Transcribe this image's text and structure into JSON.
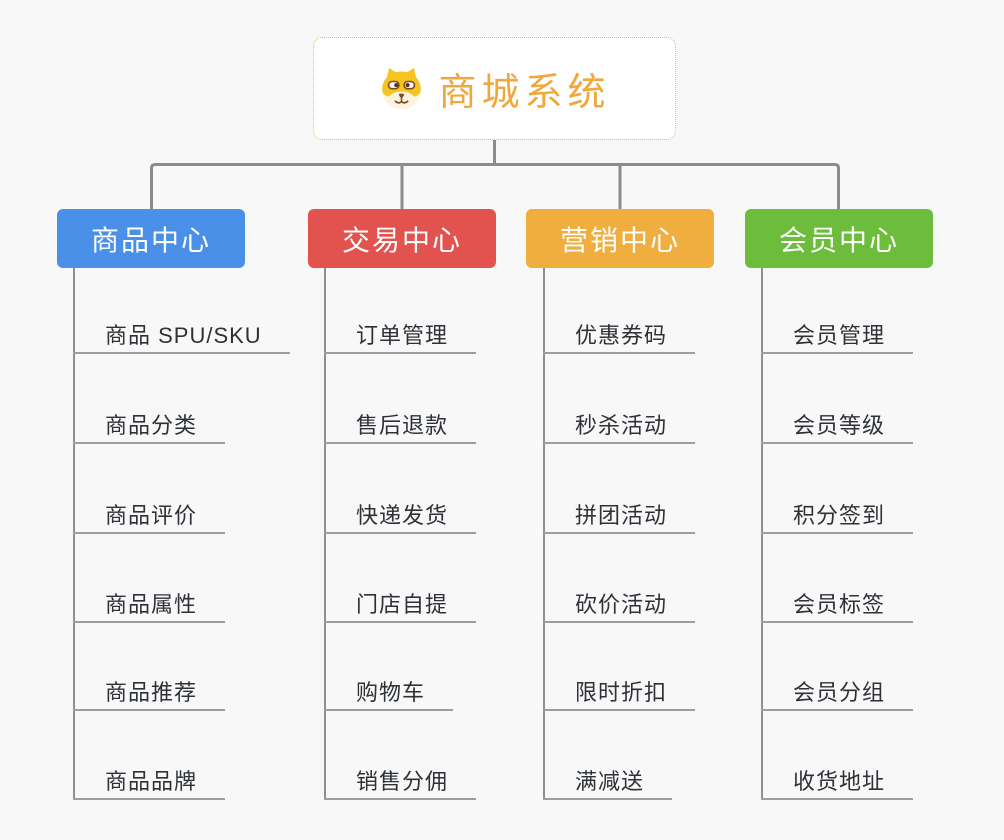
{
  "canvas": {
    "background": "#f8f8f8",
    "connector_color": "#8c8c8c"
  },
  "root": {
    "title": "商城系统",
    "icon": "shiba-dog-icon",
    "title_color": "#f0a73c",
    "border_color": "#f0b45c"
  },
  "branches": [
    {
      "label": "商品中心",
      "color": "#4a90e8",
      "children": [
        {
          "label": "商品 SPU/SKU"
        },
        {
          "label": "商品分类"
        },
        {
          "label": "商品评价"
        },
        {
          "label": "商品属性"
        },
        {
          "label": "商品推荐"
        },
        {
          "label": "商品品牌"
        }
      ]
    },
    {
      "label": "交易中心",
      "color": "#e2534f",
      "children": [
        {
          "label": "订单管理"
        },
        {
          "label": "售后退款"
        },
        {
          "label": "快递发货"
        },
        {
          "label": "门店自提"
        },
        {
          "label": "购物车"
        },
        {
          "label": "销售分佣"
        }
      ]
    },
    {
      "label": "营销中心",
      "color": "#efae3d",
      "children": [
        {
          "label": "优惠券码"
        },
        {
          "label": "秒杀活动"
        },
        {
          "label": "拼团活动"
        },
        {
          "label": "砍价活动"
        },
        {
          "label": "限时折扣"
        },
        {
          "label": "满减送"
        }
      ]
    },
    {
      "label": "会员中心",
      "color": "#6bbd3b",
      "children": [
        {
          "label": "会员管理"
        },
        {
          "label": "会员等级"
        },
        {
          "label": "积分签到"
        },
        {
          "label": "会员标签"
        },
        {
          "label": "会员分组"
        },
        {
          "label": "收货地址"
        }
      ]
    }
  ]
}
